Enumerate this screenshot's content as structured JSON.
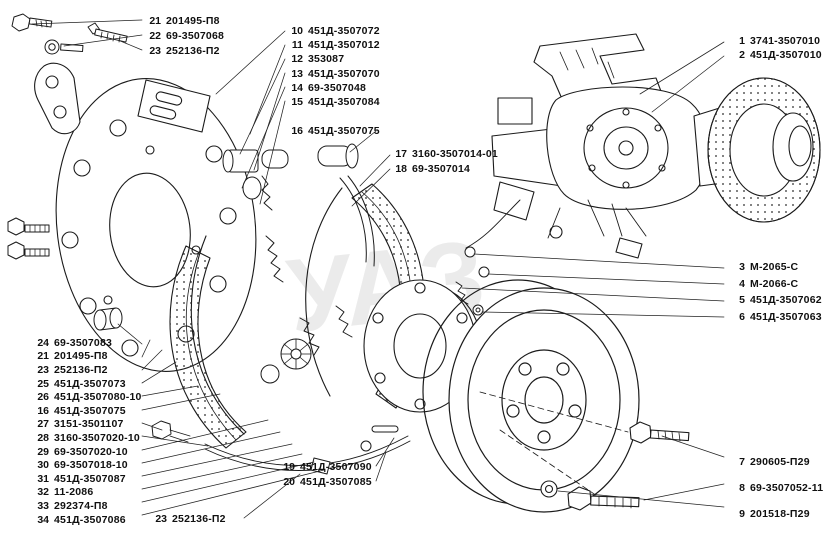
{
  "figure": {
    "background": "#ffffff",
    "ink": "#1b1b1b",
    "watermark_text": "УАЗ"
  },
  "callout_groups": {
    "top_left": {
      "items": [
        {
          "num": "21",
          "part": "201495-П8"
        },
        {
          "num": "22",
          "part": "69-3507068"
        },
        {
          "num": "23",
          "part": "252136-П2"
        }
      ]
    },
    "cylinder_parts": {
      "items": [
        {
          "num": "10",
          "part": "451Д-3507072"
        },
        {
          "num": "11",
          "part": "451Д-3507012"
        },
        {
          "num": "12",
          "part": "353087"
        },
        {
          "num": "13",
          "part": "451Д-3507070"
        },
        {
          "num": "14",
          "part": "69-3507048"
        },
        {
          "num": "15",
          "part": "451Д-3507084"
        }
      ]
    },
    "boot": {
      "items": [
        {
          "num": "16",
          "part": "451Д-3507075"
        }
      ]
    },
    "lever": {
      "items": [
        {
          "num": "17",
          "part": "3160-3507014-01"
        },
        {
          "num": "18",
          "part": "69-3507014"
        }
      ]
    },
    "axle": {
      "items": [
        {
          "num": "1",
          "part": "3741-3507010"
        },
        {
          "num": "2",
          "part": "451Д-3507010"
        }
      ]
    },
    "right_side": {
      "items": [
        {
          "num": "3",
          "part": "М-2065-С"
        },
        {
          "num": "4",
          "part": "М-2066-С"
        },
        {
          "num": "5",
          "part": "451Д-3507062"
        },
        {
          "num": "6",
          "part": "451Д-3507063"
        }
      ]
    },
    "fasteners_right": {
      "items": [
        {
          "num": "7",
          "part": "290605-П29"
        },
        {
          "num": "8",
          "part": "69-3507052-11"
        },
        {
          "num": "9",
          "part": "201518-П29"
        }
      ]
    },
    "left_column": {
      "items": [
        {
          "num": "24",
          "part": "69-3507083"
        },
        {
          "num": "21",
          "part": "201495-П8"
        },
        {
          "num": "23",
          "part": "252136-П2"
        },
        {
          "num": "25",
          "part": "451Д-3507073"
        },
        {
          "num": "26",
          "part": "451Д-3507080-10"
        },
        {
          "num": "16",
          "part": "451Д-3507075"
        },
        {
          "num": "27",
          "part": "3151-3501107"
        },
        {
          "num": "28",
          "part": "3160-3507020-10"
        },
        {
          "num": "29",
          "part": "69-3507020-10"
        },
        {
          "num": "30",
          "part": "69-3507018-10"
        },
        {
          "num": "31",
          "part": "451Д-3507087"
        },
        {
          "num": "32",
          "part": "11-2086"
        },
        {
          "num": "33",
          "part": "292374-П8"
        },
        {
          "num": "34",
          "part": "451Д-3507086"
        }
      ]
    },
    "bottom_mid": {
      "items": [
        {
          "num": "19",
          "part": "451Д-3507090"
        },
        {
          "num": "20",
          "part": "451Д-3507085"
        }
      ]
    },
    "bottom_washer": {
      "items": [
        {
          "num": "23",
          "part": "252136-П2"
        }
      ]
    }
  }
}
